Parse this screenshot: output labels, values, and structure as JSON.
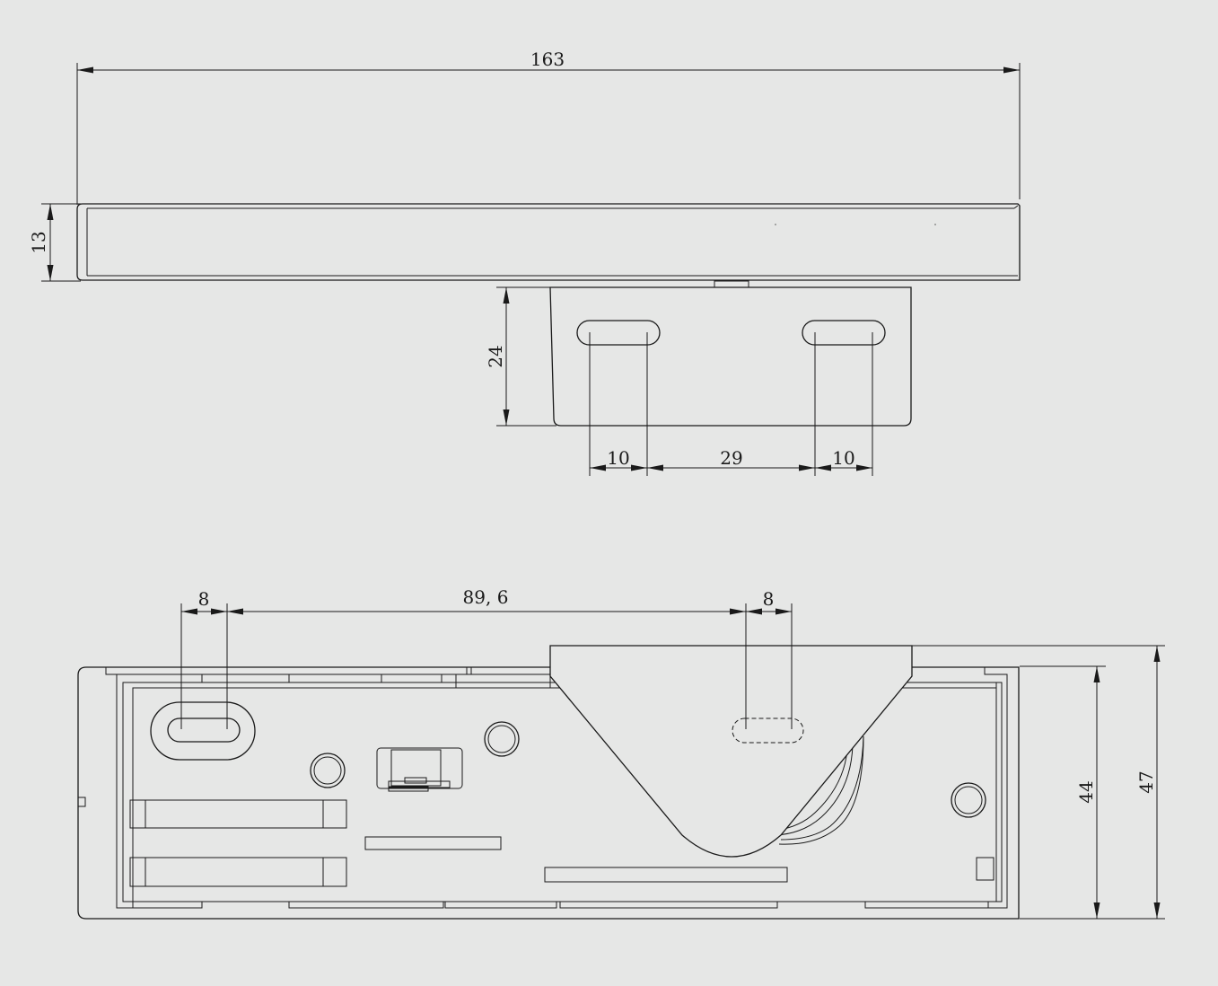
{
  "drawing": {
    "background": "#e6e7e6",
    "line_color": "#1a1a1a",
    "top_view": {
      "dim_overall_length": "163",
      "dim_body_height": "13",
      "dim_bracket_height": "24",
      "dim_slot_left": "10",
      "dim_slot_spacing": "29",
      "dim_slot_right": "10"
    },
    "bottom_view": {
      "dim_hole_left": "8",
      "dim_hole_spacing": "89, 6",
      "dim_hole_right": "8",
      "dim_inner_height": "44",
      "dim_overall_height": "47"
    }
  }
}
